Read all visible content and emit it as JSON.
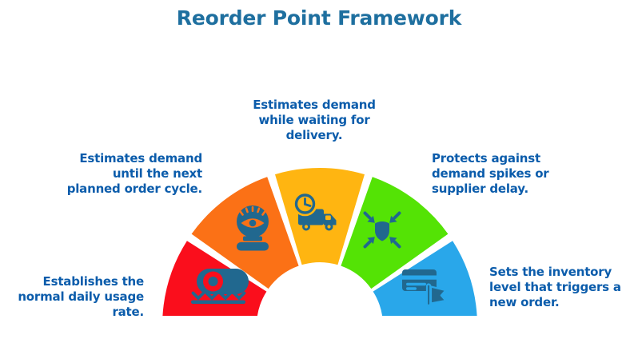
{
  "title": "Reorder Point Framework",
  "colors": {
    "red": "#fa0e1c",
    "orange": "#fb7116",
    "yellow": "#ffb511",
    "green": "#54e305",
    "blue": "#29a7ea",
    "ink": "#21688f",
    "title_text": "#1e6f9f",
    "body_text": "#0b5cab"
  },
  "segments": [
    {
      "name": "daily-usage",
      "color": "#fa0e1c",
      "icon": "usage-meter-icon",
      "label_lines": [
        "Establishes the",
        "normal daily usage",
        "rate."
      ]
    },
    {
      "name": "order-cycle",
      "color": "#fb7116",
      "icon": "crystal-ball-icon",
      "label_lines": [
        "Estimates demand",
        "until the next",
        "planned order cycle."
      ]
    },
    {
      "name": "lead-time",
      "color": "#ffb511",
      "icon": "delivery-truck-clock-icon",
      "label_lines": [
        "Estimates demand",
        "while waiting for",
        "delivery."
      ]
    },
    {
      "name": "safety-stock",
      "color": "#54e305",
      "icon": "shield-compress-icon",
      "label_lines": [
        "Protects against",
        "demand spikes or",
        "supplier delay."
      ]
    },
    {
      "name": "reorder-trigger",
      "color": "#29a7ea",
      "icon": "card-flag-icon",
      "label_lines": [
        "Sets the inventory",
        "level that triggers a",
        "new order."
      ]
    }
  ]
}
